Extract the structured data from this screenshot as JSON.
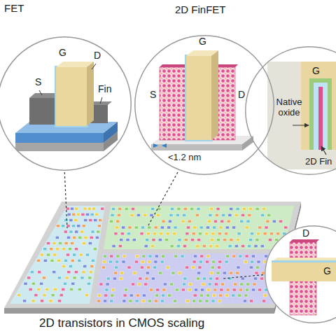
{
  "diagram": {
    "caption": "2D transistors in CMOS scaling",
    "nodes": [
      {
        "text": [
          "FET",
          "G",
          "D",
          "S",
          "Fin"
        ]
      },
      {
        "text": [
          "2D FinFET",
          "S",
          "G",
          "D",
          "<1.2 nm"
        ]
      },
      {
        "text": [
          "G",
          "Native oxide",
          "2D Fin"
        ]
      },
      {
        "text": [
          "D",
          "G"
        ]
      }
    ]
  }
}
